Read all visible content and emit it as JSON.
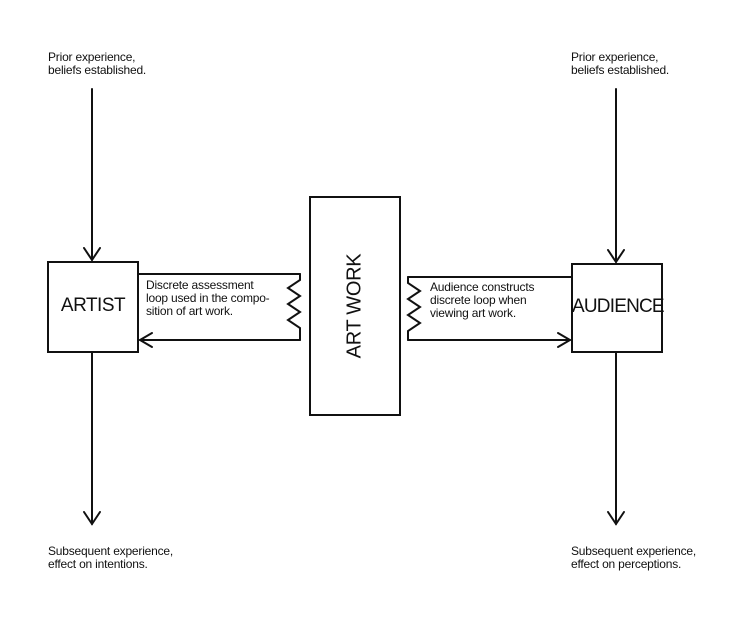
{
  "artist": {
    "prior": [
      "Prior experience,",
      "beliefs established."
    ],
    "box_label": "ARTIST",
    "subsequent": [
      "Subsequent experience,",
      "effect on intentions."
    ]
  },
  "artwork": {
    "box_label": "ART WORK"
  },
  "audience": {
    "prior": [
      "Prior experience,",
      "beliefs established."
    ],
    "box_label": "AUDIENCE",
    "subsequent": [
      "Subsequent experience,",
      "effect on perceptions."
    ]
  },
  "loops": {
    "artist_loop": [
      "Discrete assessment",
      "loop used in the compo-",
      "sition of art work."
    ],
    "audience_loop": [
      "Audience constructs",
      "discrete loop when",
      "viewing art work."
    ]
  }
}
